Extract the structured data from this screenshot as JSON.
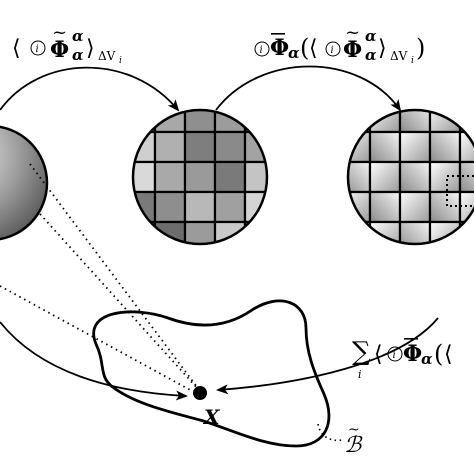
{
  "labels": {
    "avg_top_left": "⟨ⓘΦ̃αα⟩ΔVᵢ",
    "map_top_right": "ⓘΦ̄α(⟨ⓘΦ̃αα⟩ΔVᵢ)",
    "sum_right": "∑ᵢ ⟨ⓘΦ̄α(⟨",
    "point": "X",
    "body": "ℬ̃"
  },
  "glyphs": {
    "angle_left": "⟨",
    "angle_right": "⟩",
    "phi": "Φ",
    "alpha": "α",
    "tilde": "~",
    "bar": "¯",
    "delta_v": "ΔV",
    "i": "i",
    "paren_open": "(",
    "paren_close": ")",
    "sum": "∑",
    "B": "ℬ"
  },
  "colors": {
    "stroke": "#000000",
    "background": "#ffffff"
  }
}
